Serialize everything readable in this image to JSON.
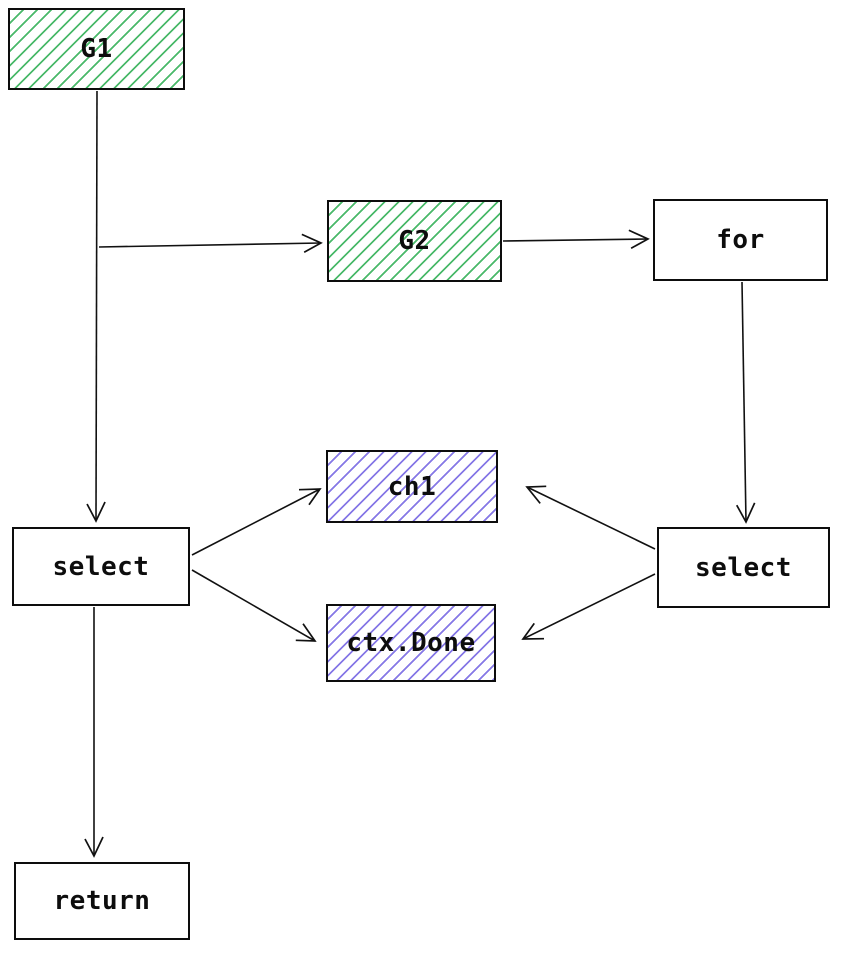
{
  "diagram": {
    "type": "flowchart",
    "description": "Go concurrency flow diagram with goroutines, channels and select statements",
    "nodes": [
      {
        "id": "g1",
        "label": "G1",
        "style": "green-hatch"
      },
      {
        "id": "g2",
        "label": "G2",
        "style": "green-hatch"
      },
      {
        "id": "for",
        "label": "for",
        "style": "plain"
      },
      {
        "id": "ch1",
        "label": "ch1",
        "style": "purple-hatch"
      },
      {
        "id": "ctx_done",
        "label": "ctx.Done",
        "style": "purple-hatch"
      },
      {
        "id": "select_left",
        "label": "select",
        "style": "plain"
      },
      {
        "id": "select_right",
        "label": "select",
        "style": "plain"
      },
      {
        "id": "return",
        "label": "return",
        "style": "plain"
      }
    ],
    "edges": [
      {
        "from": "G1",
        "to": "select (left)"
      },
      {
        "from": "G1",
        "to": "G2"
      },
      {
        "from": "G2",
        "to": "for"
      },
      {
        "from": "for",
        "to": "select (right)"
      },
      {
        "from": "select (left)",
        "to": "ch1"
      },
      {
        "from": "select (left)",
        "to": "ctx.Done"
      },
      {
        "from": "select (right)",
        "to": "ch1"
      },
      {
        "from": "select (right)",
        "to": "ctx.Done"
      },
      {
        "from": "select (left)",
        "to": "return"
      }
    ],
    "colors": {
      "green_hatch": "#4ab96a",
      "purple_hatch": "#8678e6",
      "stroke": "#111111",
      "node_border": "#0d0d0d",
      "background": "#ffffff"
    }
  }
}
